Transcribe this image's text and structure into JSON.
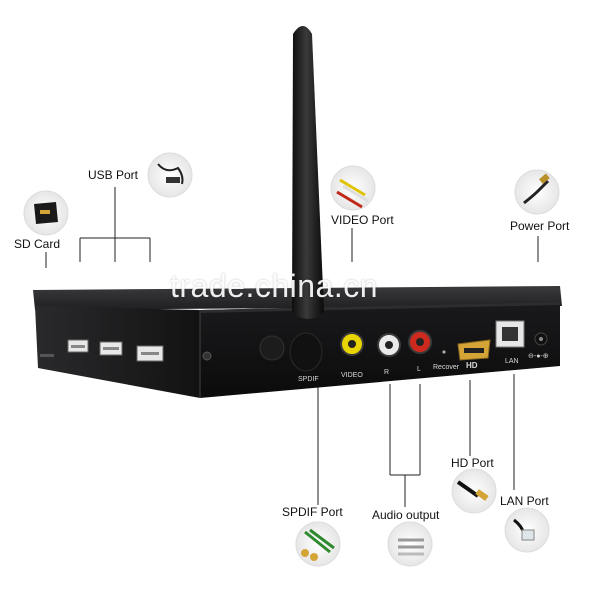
{
  "callouts": {
    "usb": "USB Port",
    "sd": "SD Card",
    "video": "VIDEO Port",
    "power": "Power Port",
    "hd": "HD Port",
    "lan": "LAN Port",
    "spdif": "SPDIF Port",
    "audio": "Audio output"
  },
  "device_print": {
    "spdif": "SPDIF",
    "video": "VIDEO",
    "r": "R",
    "l": "L",
    "recover": "Recover",
    "hd": "HD",
    "lan": "LAN",
    "power": "⊖-●-⊕"
  },
  "watermark": "trade.china.cn",
  "colors": {
    "device_body": "#1c1c1e",
    "device_front": "#0f0f10",
    "rca_yellow": "#e8d400",
    "rca_white": "#e9e9e9",
    "rca_red": "#cc2a1f",
    "hdmi_gold": "#d4a437",
    "callout_line": "#222222"
  }
}
